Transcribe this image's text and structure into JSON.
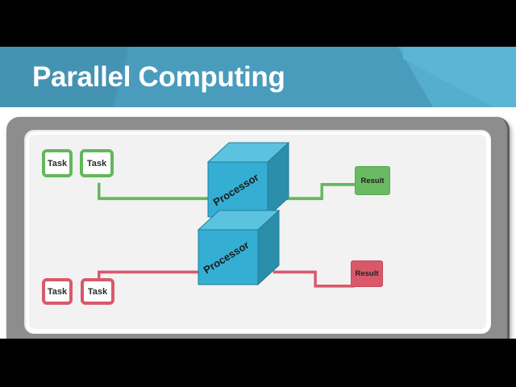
{
  "slide": {
    "title": "Parallel Computing",
    "banner_color": "#4a9cbd",
    "background_color": "#ffffff",
    "letterbox_color": "#000000"
  },
  "monitor": {
    "bezel_color": "#8d8d8d",
    "screen_color": "#f2f2f2"
  },
  "diagram": {
    "flows": [
      {
        "id": "flow-green",
        "color": "#63b75b",
        "tasks": [
          {
            "label": "Task"
          },
          {
            "label": "Task"
          }
        ],
        "processor": {
          "label": "Processor"
        },
        "result": {
          "label": "Result"
        }
      },
      {
        "id": "flow-red",
        "color": "#d9596a",
        "tasks": [
          {
            "label": "Task"
          },
          {
            "label": "Task"
          }
        ],
        "processor": {
          "label": "Processor"
        },
        "result": {
          "label": "Result"
        }
      }
    ],
    "cube_colors": {
      "front": "#35aed4",
      "top": "#5bc3e0",
      "side": "#2b8fab",
      "edge": "#1f7e99"
    }
  }
}
